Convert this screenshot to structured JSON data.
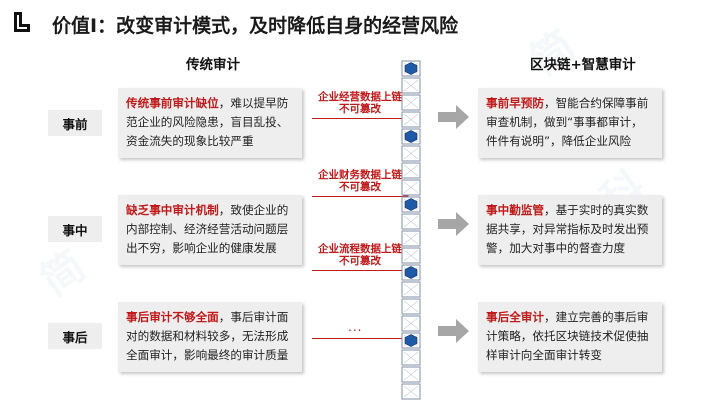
{
  "title": "价值Ⅰ：改变审计模式，及时降低自身的经营风险",
  "headers": {
    "left": "传统审计",
    "right": "区块链+智慧审计"
  },
  "stages": [
    "事前",
    "事中",
    "事后"
  ],
  "left_cards": [
    {
      "highlight": "传统事前审计缺位",
      "text": "，难以提早防范企业的风险隐患，盲目乱投、资金流失的现象比较严重"
    },
    {
      "highlight": "缺乏事中审计机制",
      "text": "，致使企业的内部控制、经济经营活动问题层出不穷，影响企业的健康发展"
    },
    {
      "highlight": "事后审计不够全面",
      "text": "，事后审计面对的数据和材料较多，无法形成全面审计，影响最终的审计质量"
    }
  ],
  "right_cards": [
    {
      "highlight": "事前早预防",
      "text": "，智能合约保障事前审查机制，做到“事事都审计，件件有说明”，降低企业风险"
    },
    {
      "highlight": "事中勤监管",
      "text": "，基于实时的真实数据共享，对异常指标及时发出预警，加大对事中的督查力度"
    },
    {
      "highlight": "事后全审计",
      "text": "，建立完善的事后审计策略，依托区块链技术促使抽样审计向全面审计转变"
    }
  ],
  "flows": [
    {
      "line1": "企业经营数据上链",
      "line2": "不可篡改"
    },
    {
      "line1": "企业财务数据上链",
      "line2": "不可篡改"
    },
    {
      "line1": "企业流程数据上链",
      "line2": "不可篡改"
    }
  ],
  "ellipsis": "...",
  "colors": {
    "accent_red": "#c21a1a",
    "card_bg": "#eeeeee",
    "block_blue": "#1e5aa8",
    "arrow_grey": "#a6a6a6"
  },
  "icons": {
    "logo": "corner-bracket-logo",
    "chain": "blockchain-cubes",
    "arrow": "right-arrow"
  }
}
